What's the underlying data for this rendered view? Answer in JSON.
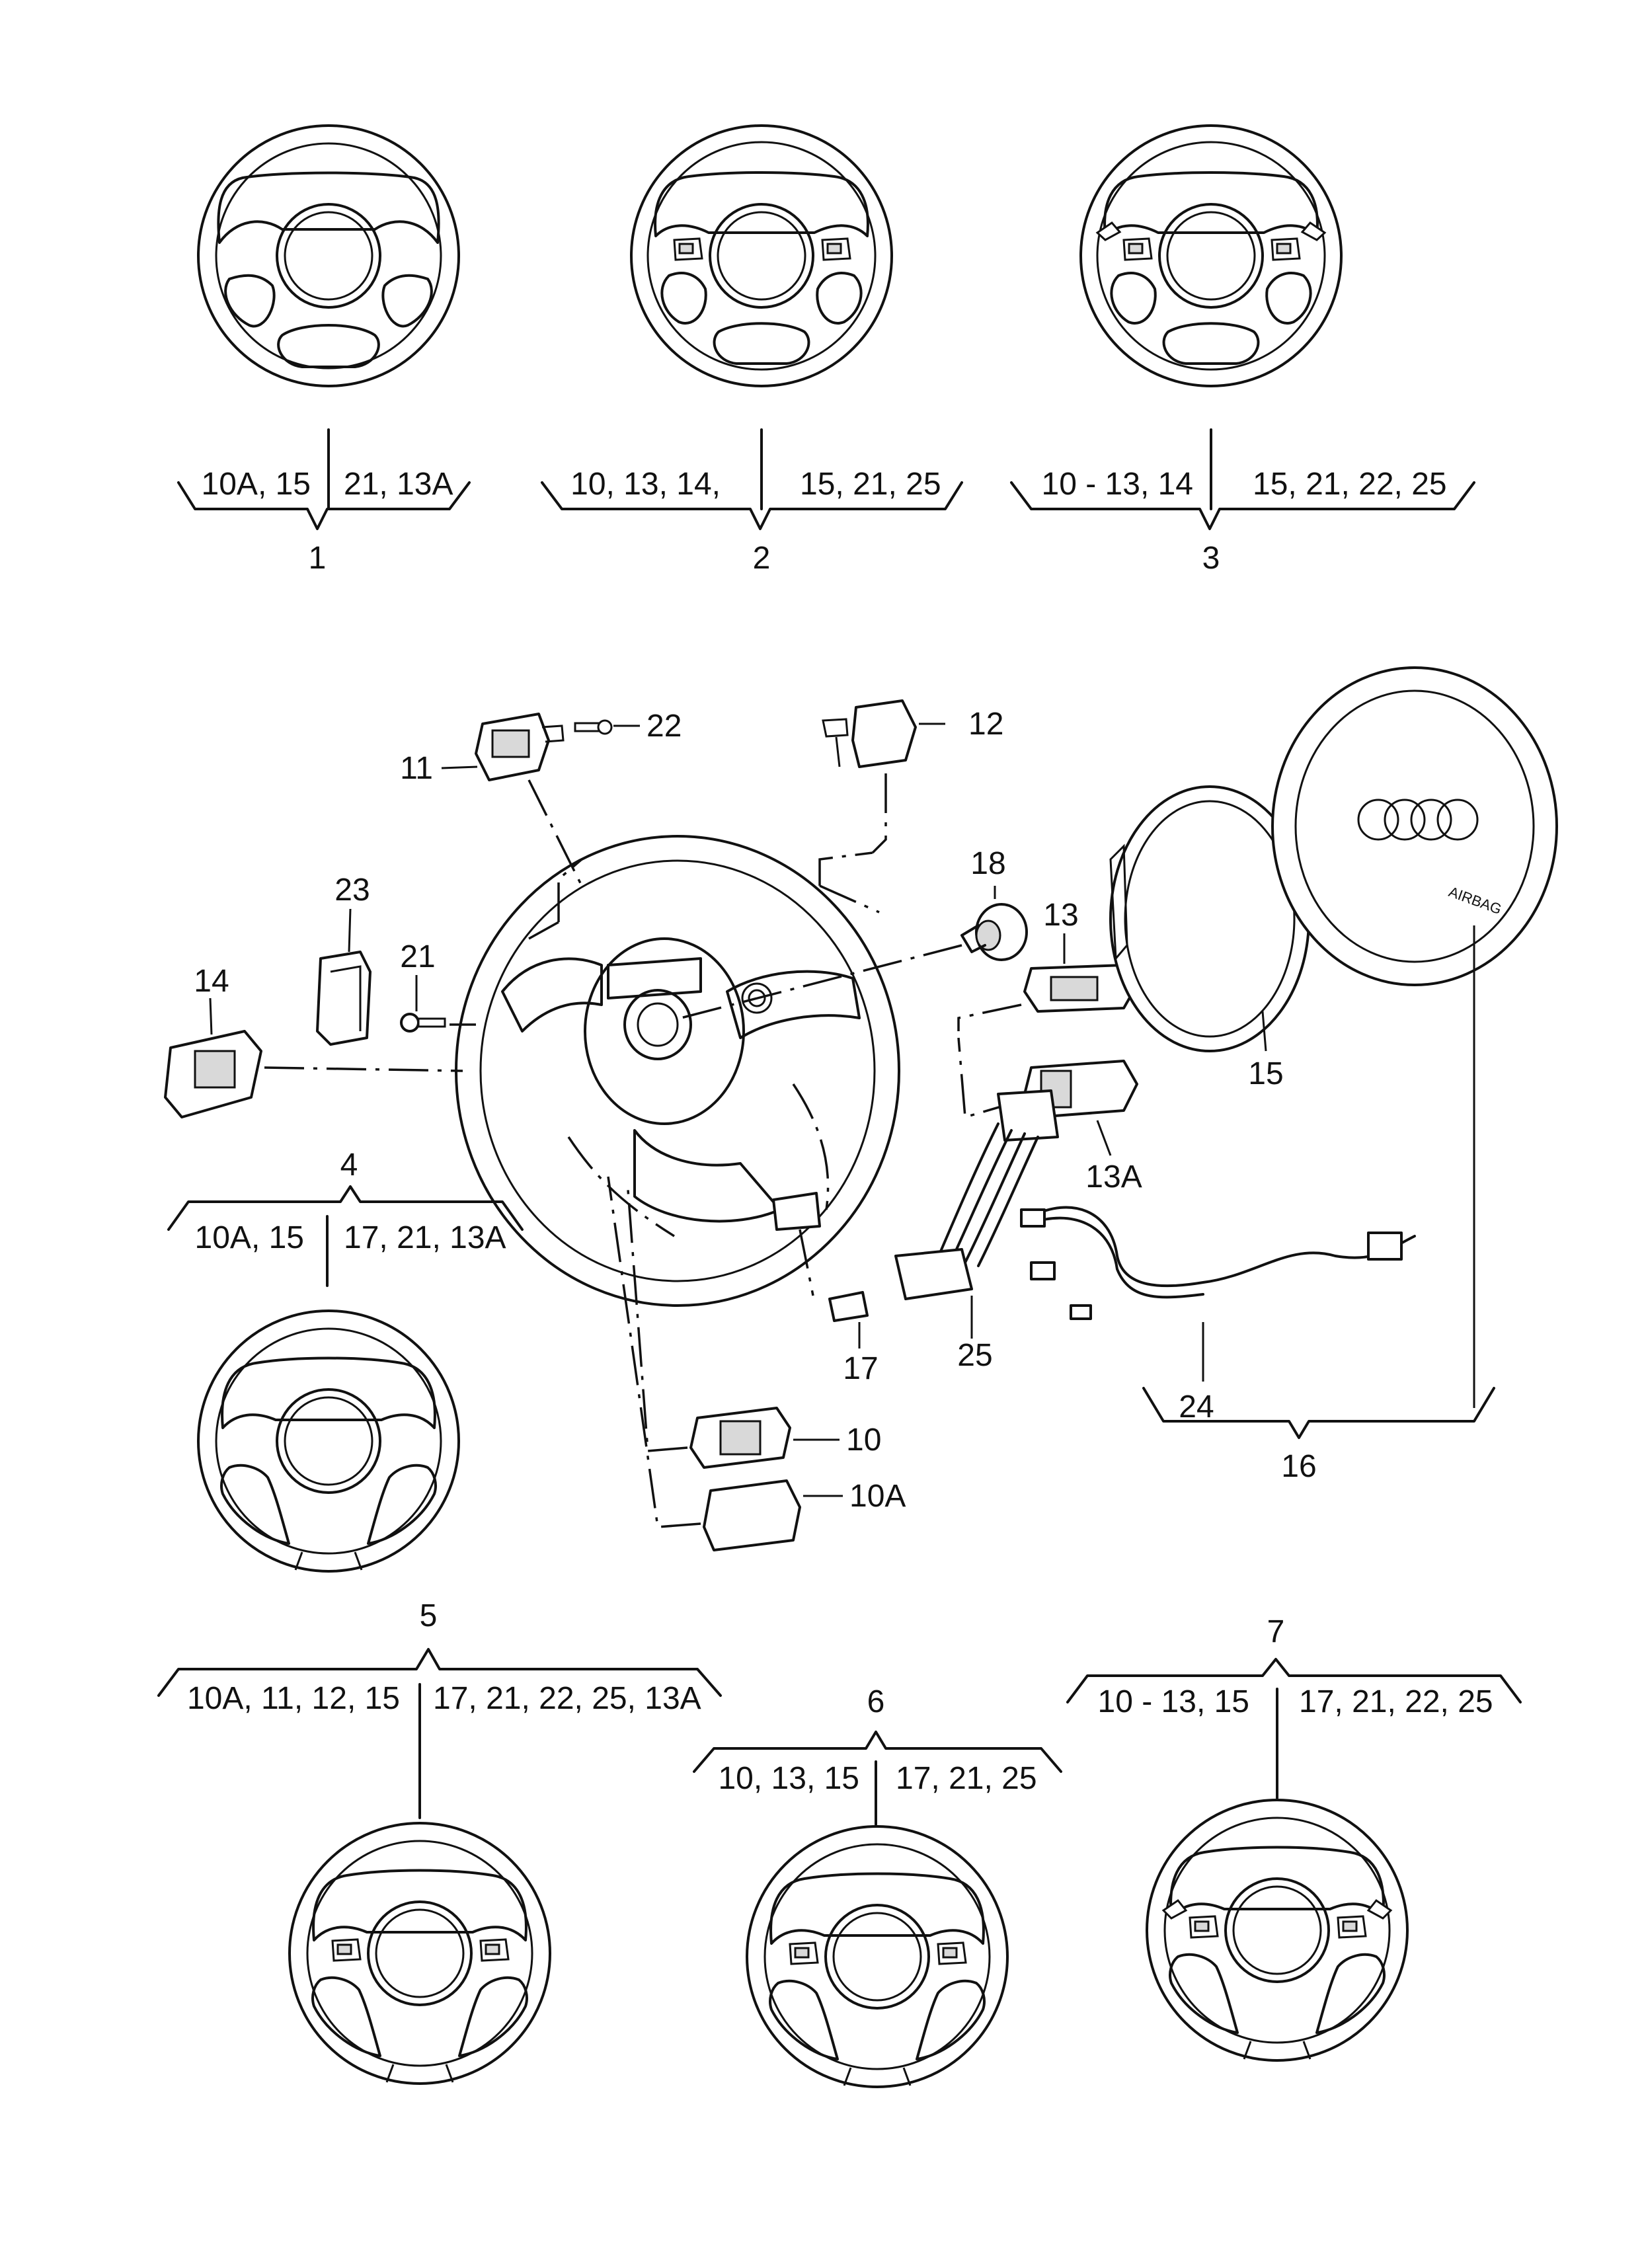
{
  "variants": [
    {
      "number": "1",
      "left": "10A, 15",
      "right": "21, 13A"
    },
    {
      "number": "2",
      "left": "10, 13, 14,",
      "right": "15, 21, 25"
    },
    {
      "number": "3",
      "left": "10 - 13, 14",
      "right": "15, 21, 22, 25"
    },
    {
      "number": "4",
      "left": "10A, 15",
      "right": "17, 21, 13A"
    },
    {
      "number": "5",
      "left": "10A, 11, 12, 15",
      "right": "17, 21, 22, 25, 13A"
    },
    {
      "number": "6",
      "left": "10, 13, 15",
      "right": "17, 21, 25"
    },
    {
      "number": "7",
      "left": "10 - 13, 15",
      "right": "17, 21, 22, 25"
    }
  ],
  "parts": {
    "p10": "10",
    "p10A": "10A",
    "p11": "11",
    "p12": "12",
    "p13": "13",
    "p13A": "13A",
    "p14": "14",
    "p15": "15",
    "p16": "16",
    "p17": "17",
    "p18": "18",
    "p21": "21",
    "p22": "22",
    "p23": "23",
    "p24": "24",
    "p25": "25"
  },
  "airbag_label": "AIRBAG"
}
